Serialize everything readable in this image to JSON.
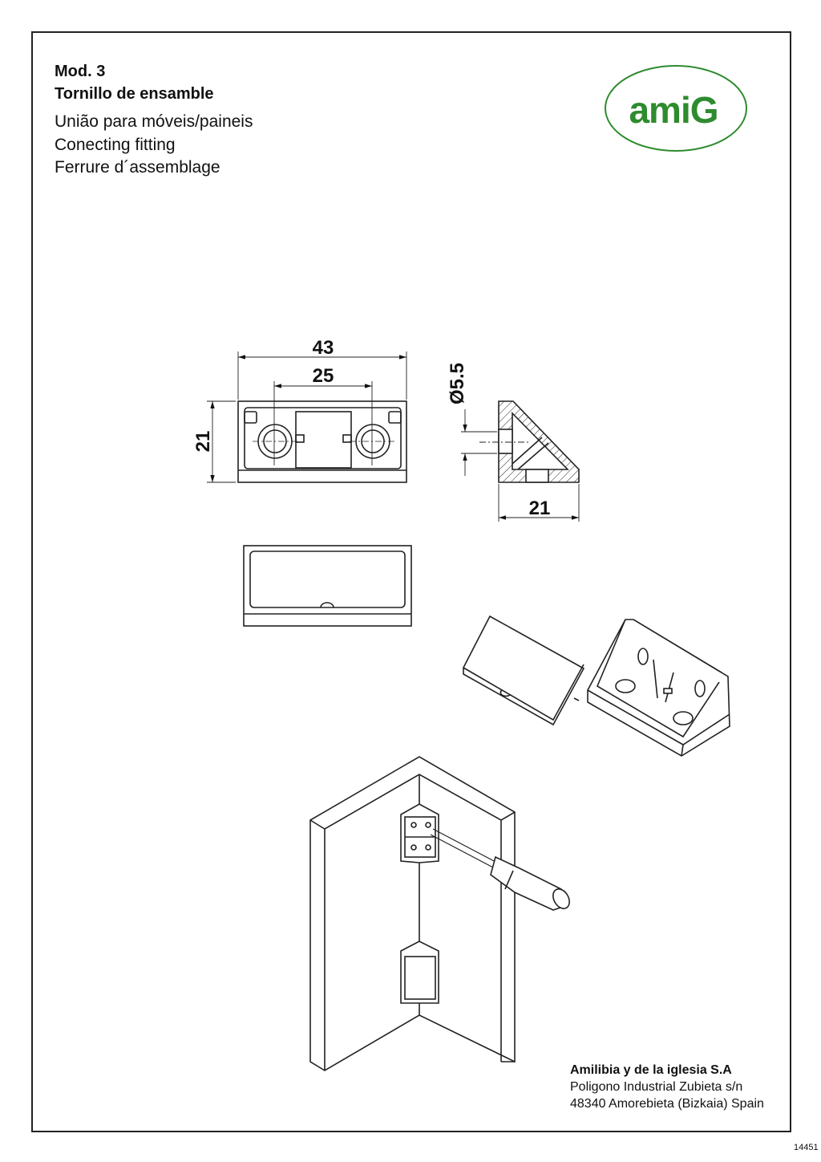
{
  "header": {
    "model": "Mod. 3",
    "title_es": "Tornillo de ensamble",
    "title_pt": "União para móveis/paineis",
    "title_en": "Conecting fitting",
    "title_fr": "Ferrure d´assemblage"
  },
  "logo": {
    "text": "amiG",
    "color": "#2e8b2e"
  },
  "dimensions": {
    "length": "43",
    "hole_spacing": "25",
    "height": "21",
    "hole_diameter": "Ø5.5",
    "side_width": "21"
  },
  "footer": {
    "company": "Amilibia y de la iglesia S.A",
    "address1": "Poligono Industrial Zubieta s/n",
    "address2": "48340 Amorebieta (Bizkaia) Spain",
    "doc_number": "14451"
  }
}
